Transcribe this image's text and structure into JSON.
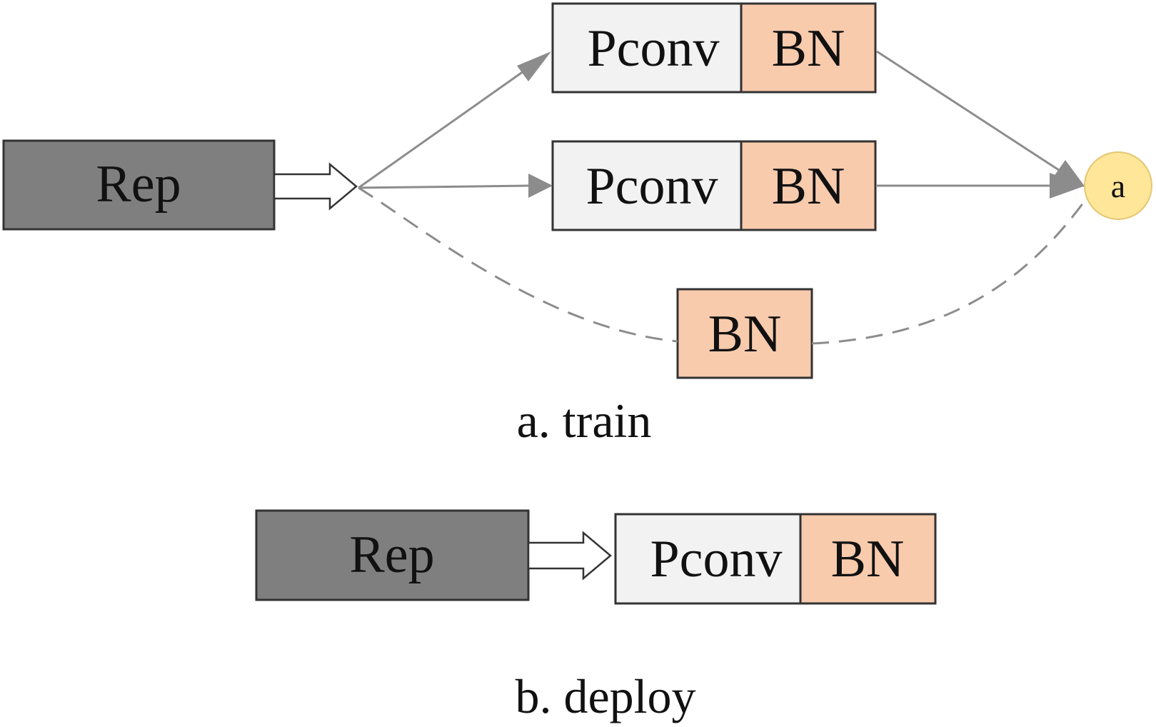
{
  "colors": {
    "rep_fill": "#7f7f7f",
    "pconv_fill": "#f2f2f2",
    "bn_fill": "#f8cbad",
    "node_fill": "#ffe699",
    "edge": "#8c8c8c",
    "outline": "#333333"
  },
  "train": {
    "rep_label": "Rep",
    "branches": [
      {
        "pconv": "Pconv",
        "bn": "BN"
      },
      {
        "pconv": "Pconv",
        "bn": "BN"
      }
    ],
    "identity_bn": "BN",
    "output_node": "a",
    "caption": "a. train"
  },
  "deploy": {
    "rep_label": "Rep",
    "pconv": "Pconv",
    "bn": "BN",
    "caption": "b. deploy"
  }
}
